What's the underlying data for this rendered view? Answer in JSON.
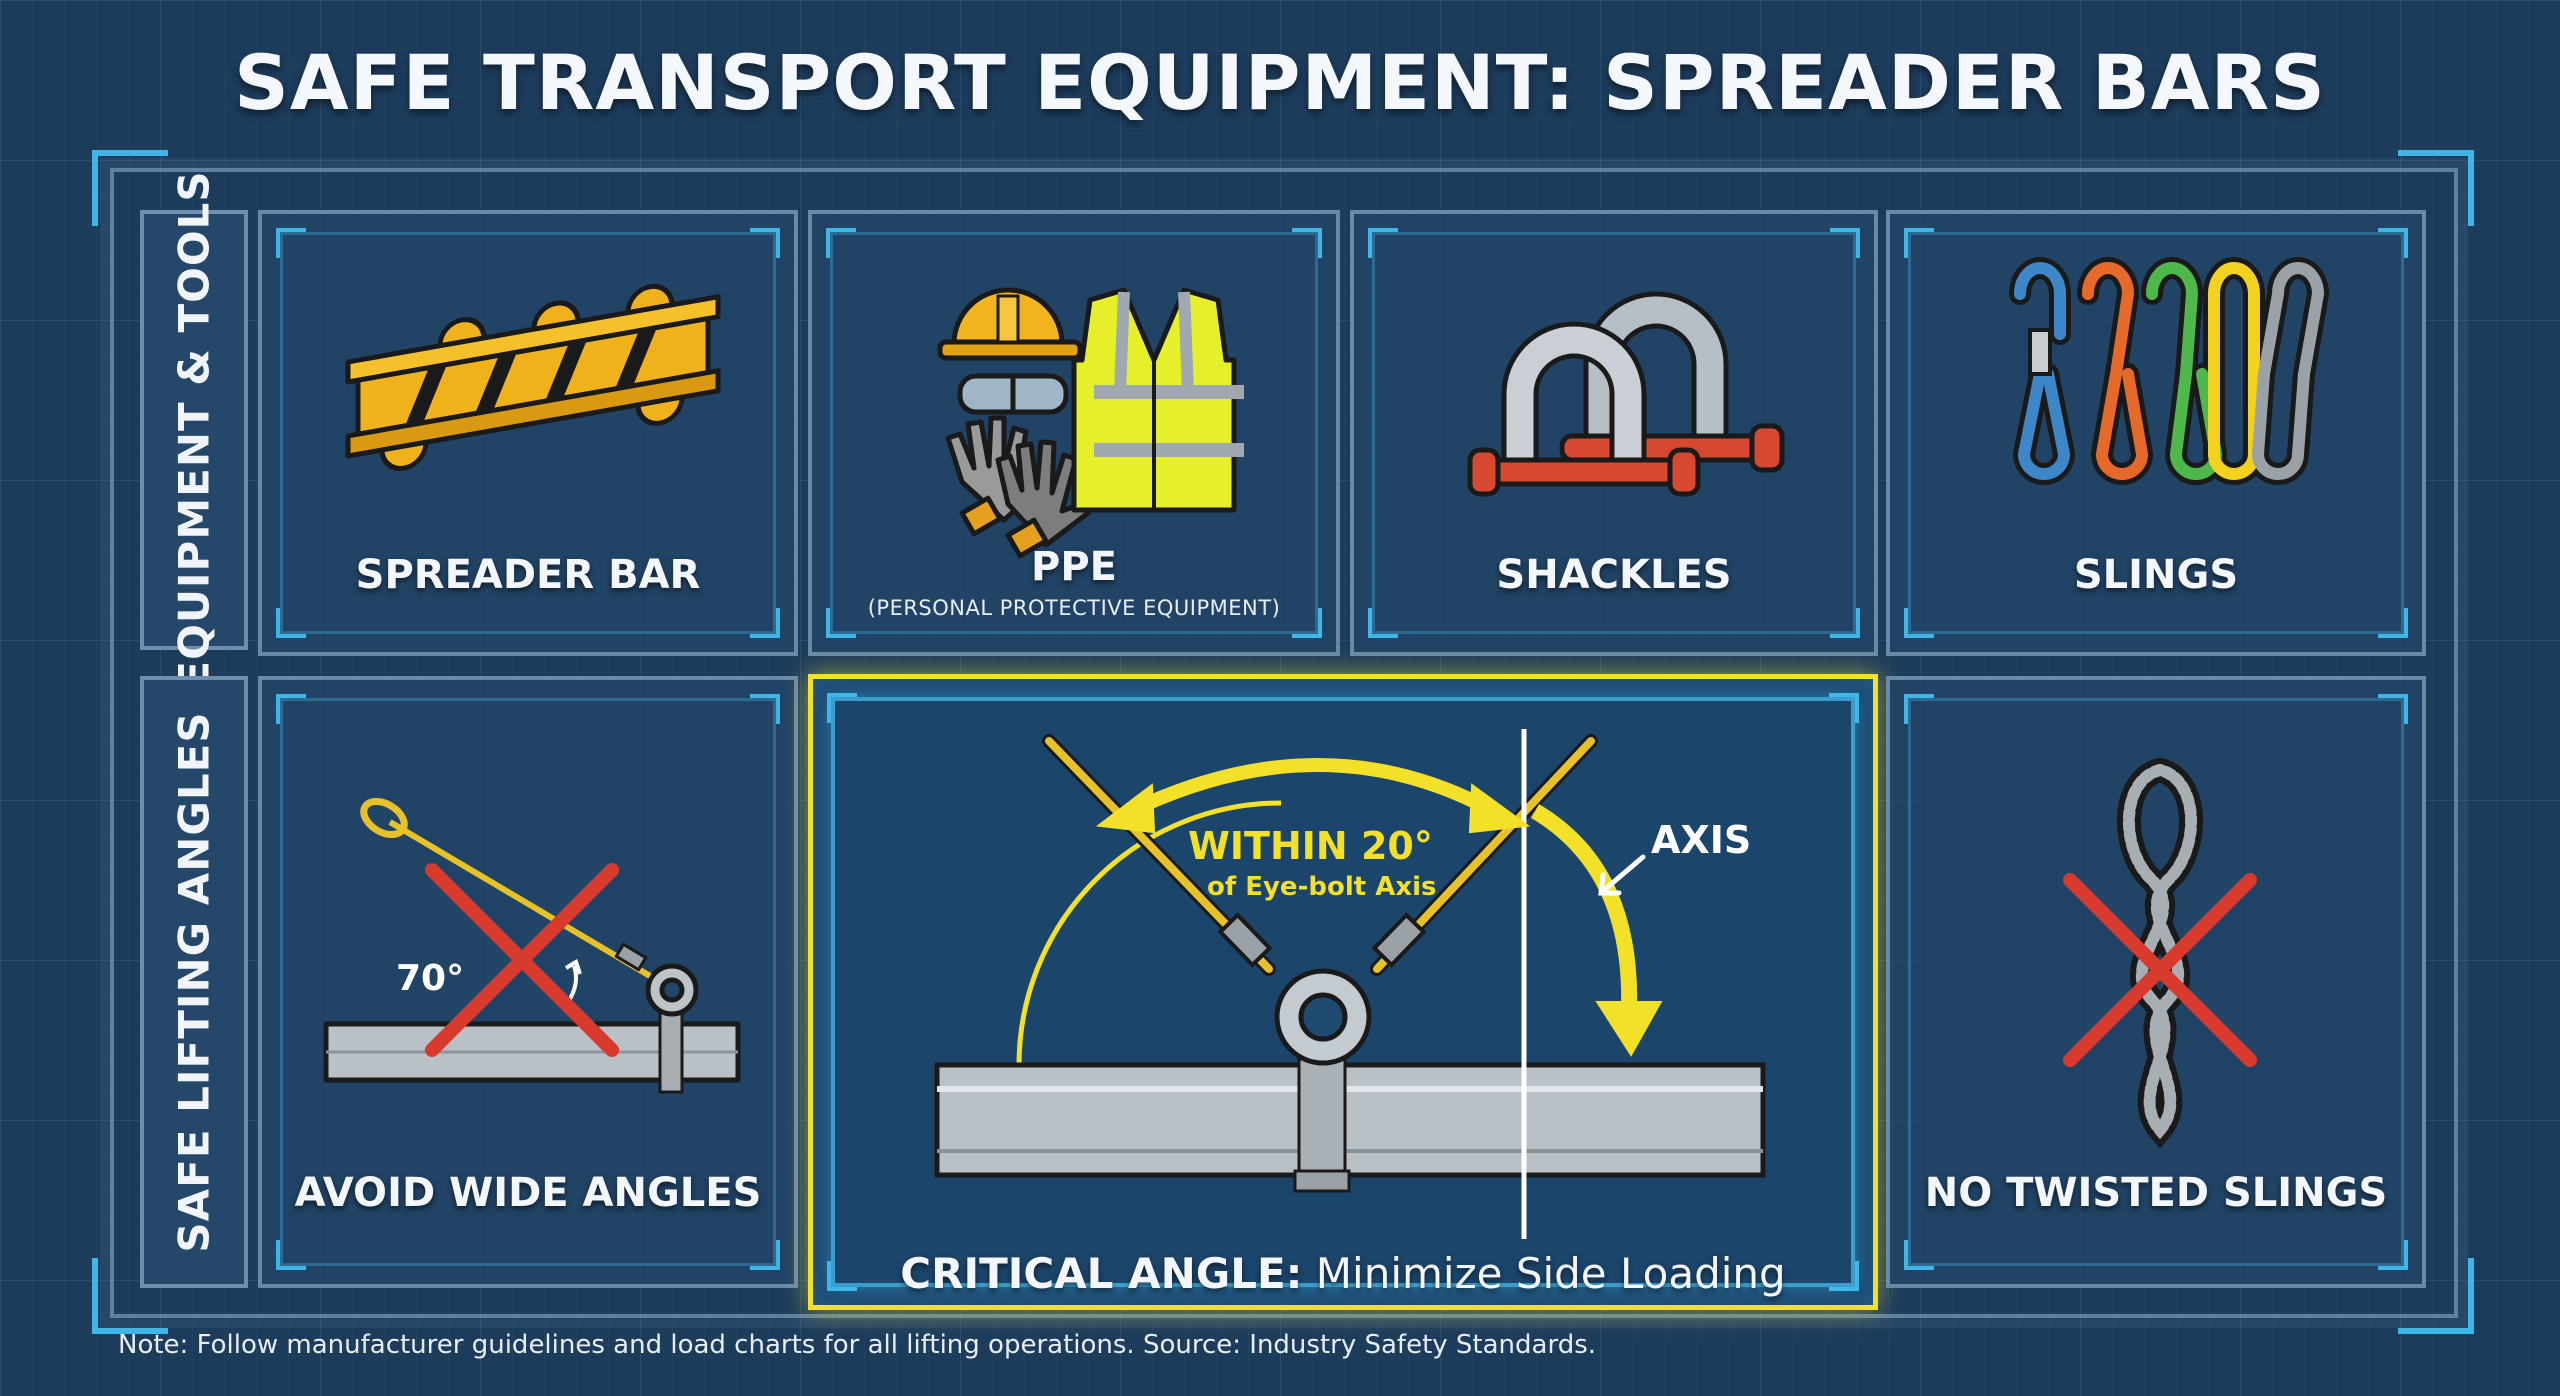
{
  "title": "SAFE TRANSPORT EQUIPMENT: SPREADER BARS",
  "sections": {
    "equipment": "EQUIPMENT & TOOLS",
    "angles": "SAFE LIFTING ANGLES"
  },
  "equipment_panels": [
    {
      "label": "SPREADER BAR",
      "icon": "spreader-bar-icon"
    },
    {
      "label": "PPE",
      "sublabel": "(PERSONAL PROTECTIVE EQUIPMENT)",
      "icon": "ppe-icon"
    },
    {
      "label": "SHACKLES",
      "icon": "shackles-icon"
    },
    {
      "label": "SLINGS",
      "icon": "slings-icon"
    }
  ],
  "angle_panels": {
    "avoid": {
      "label": "AVOID WIDE ANGLES",
      "angle": "70°"
    },
    "critical": {
      "within": "WITHIN 20°",
      "within_sub": "of Eye-bolt Axis",
      "axis": "AXIS",
      "caption_bold": "CRITICAL ANGLE:",
      "caption_rest": " Minimize Side Loading"
    },
    "twisted": {
      "label": "NO TWISTED SLINGS"
    }
  },
  "note": "Note: Follow manufacturer guidelines and load charts for all lifting operations.  Source: Industry Safety Standards.",
  "colors": {
    "background": "#1d3c5c",
    "accent_yellow": "#f2e029",
    "accent_cyan": "#3fb6e6",
    "warning_red": "#d93a2e"
  }
}
